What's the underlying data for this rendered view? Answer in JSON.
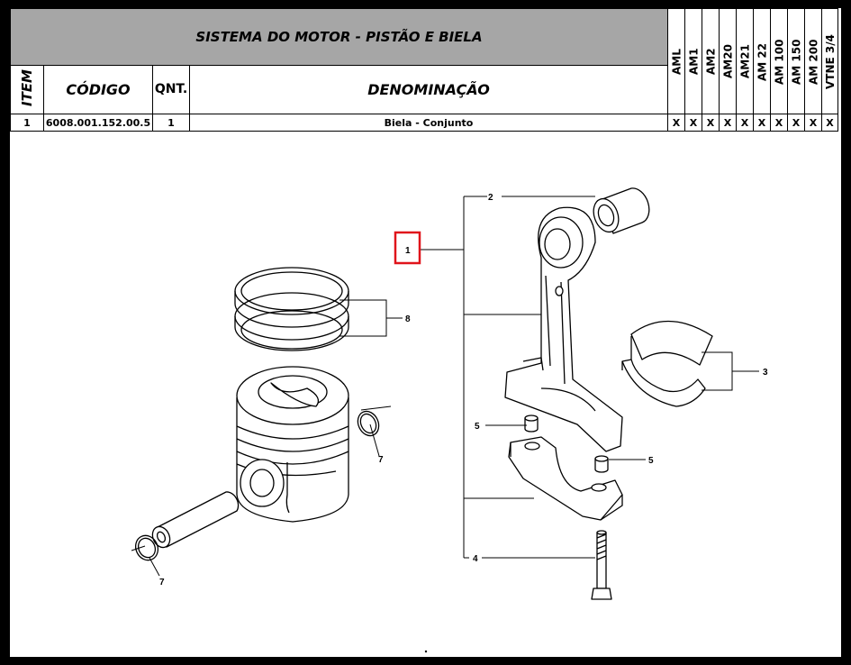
{
  "header": {
    "title": "SISTEMA DO MOTOR - PISTÃO E BIELA",
    "col_item": "ITEM",
    "col_codigo": "CÓDIGO",
    "col_qnt": "QNT.",
    "col_denominacao": "DENOMINAÇÃO",
    "models": [
      "AML",
      "AM1",
      "AM2",
      "AM20",
      "AM21",
      "AM 22",
      "AM 100",
      "AM 150",
      "AM 200",
      "VTNE 3/4"
    ]
  },
  "rows": [
    {
      "item": "1",
      "codigo": "6008.001.152.00.5",
      "qnt": "1",
      "denominacao": "Biela - Conjunto",
      "marks": [
        "X",
        "X",
        "X",
        "X",
        "X",
        "X",
        "X",
        "X",
        "X",
        "X"
      ]
    }
  ],
  "callouts": {
    "c1": "1",
    "c2": "2",
    "c3": "3",
    "c4": "4",
    "c5a": "5",
    "c5b": "5",
    "c7a": "7",
    "c7b": "7",
    "c8": "8"
  },
  "highlight_color": "#e0141b"
}
